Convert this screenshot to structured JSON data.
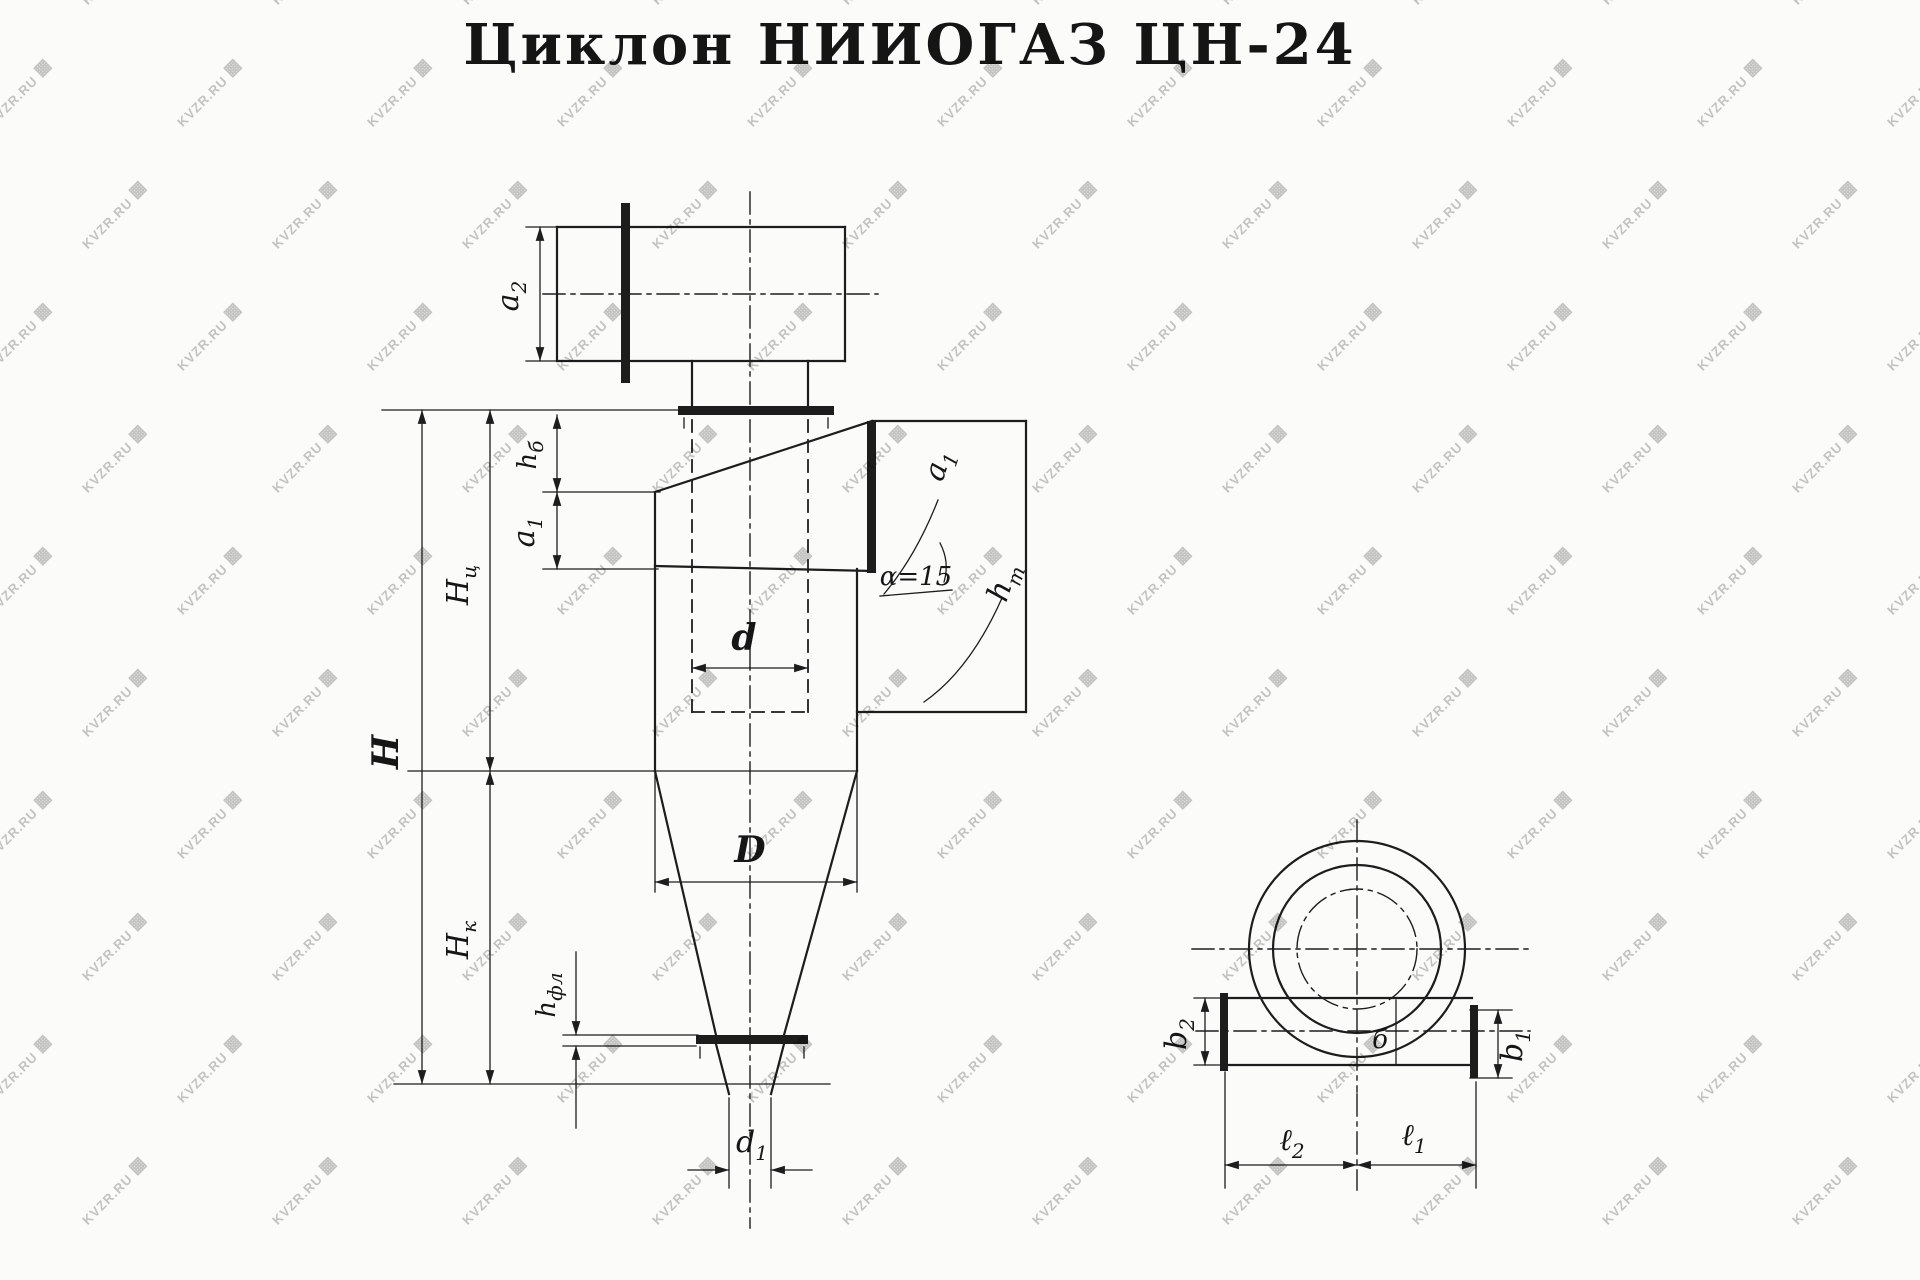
{
  "title": "Циклон  НИИОГАЗ  ЦН-24",
  "watermark": {
    "text": "KVZR.RU",
    "icon": "▦"
  },
  "colors": {
    "ink": "#1d1d1d",
    "paper": "#fbfbf9",
    "watermark": "#c6c6c6"
  },
  "front_view": {
    "labels": {
      "a2": {
        "base": "a",
        "sub": "2"
      },
      "hb": {
        "base": "h",
        "sub": "б"
      },
      "a1_left": {
        "base": "a",
        "sub": "1"
      },
      "Hc": {
        "base": "H",
        "sub": "ц"
      },
      "H": {
        "base": "H",
        "sub": ""
      },
      "Hk": {
        "base": "H",
        "sub": "к"
      },
      "hfl": {
        "base": "h",
        "sub": "фл"
      },
      "d": {
        "base": "d",
        "sub": ""
      },
      "D": {
        "base": "D",
        "sub": ""
      },
      "d1": {
        "base": "d",
        "sub": "1"
      },
      "a1_right": {
        "base": "a",
        "sub": "1"
      },
      "ht": {
        "base": "h",
        "sub": "т"
      },
      "alpha": "α=15"
    }
  },
  "top_view": {
    "labels": {
      "b2": {
        "base": "b",
        "sub": "2"
      },
      "b1": {
        "base": "b",
        "sub": "1"
      },
      "b_inner": "б",
      "l2": {
        "base": "ℓ",
        "sub": "2"
      },
      "l1": {
        "base": "ℓ",
        "sub": "1"
      }
    }
  }
}
